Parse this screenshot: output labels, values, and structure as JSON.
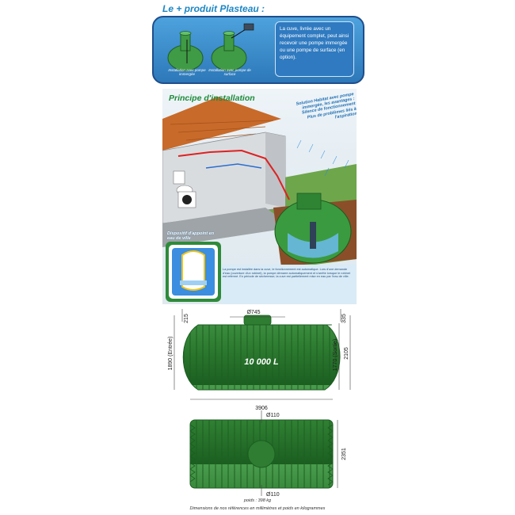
{
  "promo": {
    "title": "Le + produit Plasteau :",
    "caption_left": "Installation avec pompe immergée",
    "caption_right": "Installation avec pompe de surface",
    "text": "La cuve, livrée avec un équipement complet, peut ainsi recevoir une pompe immergée ou une pompe de surface (en option)."
  },
  "poster": {
    "title": "Principe d'installation",
    "badge_1": "Solution Habitat avec pompe immergée, les avantages :",
    "badge_2": "Silence de fonctionnement",
    "badge_3": "Plus de problèmes liés à l'aspiration",
    "dispositif": "Dispositif d'appoint en eau de ville",
    "description": "La pompe est installée dans la cuve, le fonctionnement est automatique. Lors d'une demande d'eau (ouverture d'un robinet), la pompe démarre automatiquement et s'arrête lorsque le robinet est refermé. En période de sécheresse, la cuve est partiellement mise en eau par l'eau de ville."
  },
  "drawing": {
    "capacity": "10 000 L",
    "dims": {
      "top_left": "215",
      "top_right": "335",
      "manhole_diameter": "Ø745",
      "left_height": "1890 (Entrée)",
      "right_inner_height": "1770 (Sortie)",
      "right_outer_height": "2105",
      "length": "3906",
      "plan_top_diameter": "Ø110",
      "plan_bottom_diameter": "Ø110",
      "plan_width": "2351"
    }
  },
  "footer": {
    "weight": "poids : 398 kg",
    "note": "Dimensions de nos références en millimètres et poids en kilogrammes"
  },
  "colors": {
    "tank_green": "#2e7d32",
    "tank_dark": "#1b5e20",
    "promo_blue": "#2d78b9",
    "title_blue": "#1d86c4",
    "title_green": "#1e8b3a"
  }
}
